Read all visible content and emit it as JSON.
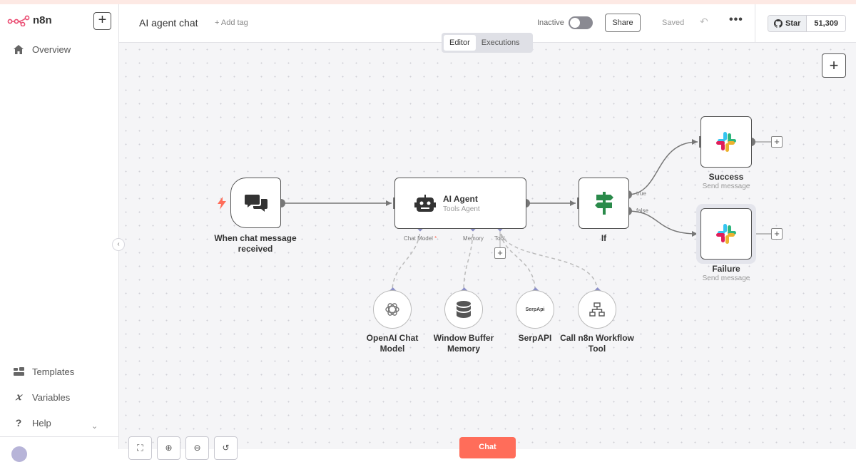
{
  "app": {
    "brand": "n8n",
    "accent": "#ff6d5a"
  },
  "sidebar": {
    "new_button": "+",
    "items_top": [
      {
        "label": "Overview",
        "icon": "home-icon"
      }
    ],
    "items_bottom": [
      {
        "label": "Templates",
        "icon": "templates-icon"
      },
      {
        "label": "Variables",
        "icon": "variables-icon"
      },
      {
        "label": "Help",
        "icon": "help-icon"
      }
    ]
  },
  "header": {
    "workflow_name": "AI agent chat",
    "add_tag": "+ Add tag",
    "status_label": "Inactive",
    "active": false,
    "share_label": "Share",
    "saved_label": "Saved",
    "more_label": "•••",
    "github": {
      "star_label": "Star",
      "count": "51,309"
    }
  },
  "tabs": [
    {
      "label": "Editor",
      "active": true
    },
    {
      "label": "Executions",
      "active": false
    }
  ],
  "canvas": {
    "add_node": "+",
    "nodes": {
      "trigger": {
        "label": "When chat message received"
      },
      "agent": {
        "title": "AI Agent",
        "subtitle": "Tools Agent"
      },
      "if": {
        "label": "If",
        "true_label": "true",
        "false_label": "false"
      },
      "success": {
        "label": "Success",
        "subtitle": "Send message"
      },
      "failure": {
        "label": "Failure",
        "subtitle": "Send message"
      }
    },
    "agent_ports": {
      "chat_model": "Chat Model",
      "required_mark": "*",
      "memory": "Memory",
      "tool": "Tool"
    },
    "sub_nodes": {
      "openai": "OpenAI Chat Model",
      "memory": "Window Buffer Memory",
      "serpapi": "SerpAPI",
      "serpapi_icon_text": "SerpApi",
      "workflow_tool": "Call n8n Workflow Tool"
    },
    "chat_button": "Chat"
  }
}
